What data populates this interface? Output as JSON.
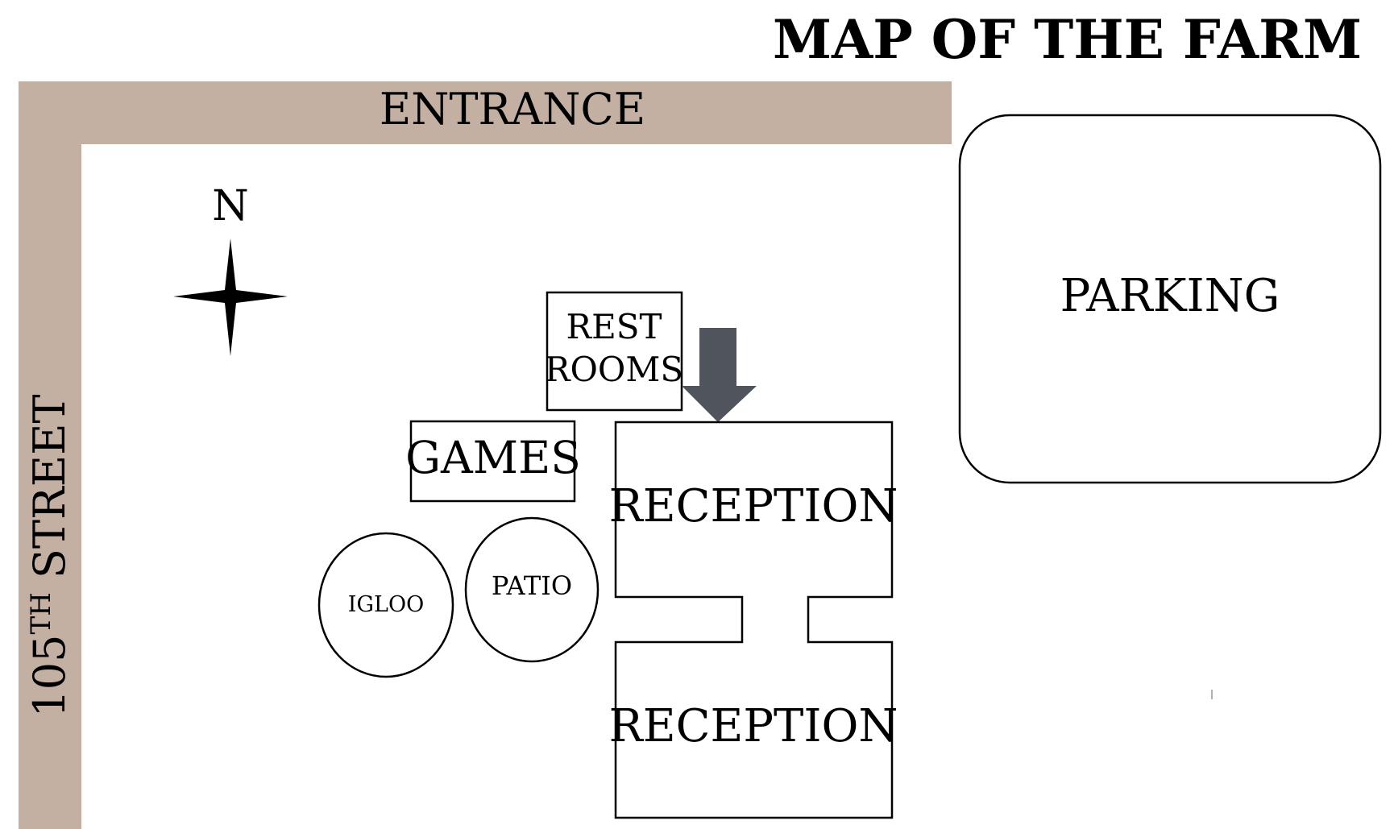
{
  "map": {
    "title": "MAP OF THE FARM",
    "road_color": "#c3b0a2",
    "arrow_color": "#50545c",
    "roads": {
      "entrance": "ENTRANCE",
      "street_prefix": "105",
      "street_superscript": "TH",
      "street_suffix": " STREET"
    },
    "compass": {
      "north_label": "N"
    },
    "areas": {
      "parking": "PARKING",
      "restrooms_line1": "REST",
      "restrooms_line2": "ROOMS",
      "games": "GAMES",
      "reception_top": "RECEPTION",
      "reception_bottom": "RECEPTION",
      "igloo": "IGLOO",
      "patio": "PATIO"
    }
  }
}
